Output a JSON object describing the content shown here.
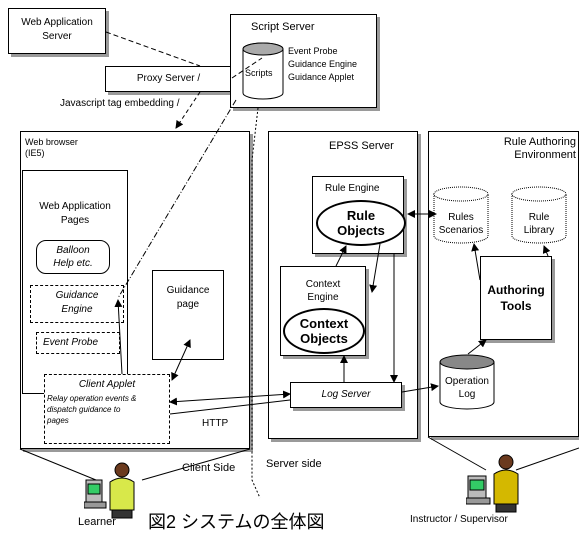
{
  "nodes": {
    "web_app_server": {
      "line1": "Web Application",
      "line2": "Server"
    },
    "proxy_server": "Proxy Server /",
    "script_server": "Script Server",
    "scripts": "Scripts",
    "script_items": [
      "Event Probe",
      "Guidance Engine",
      "Guidance Applet"
    ],
    "js_embedding": "Javascript tag embedding /",
    "web_browser": {
      "line1": "Web browser",
      "line2": "(IE5)"
    },
    "web_app_pages": {
      "line1": "Web Application",
      "line2": "Pages"
    },
    "balloon_help": {
      "line1": "Balloon",
      "line2": "Help etc."
    },
    "guidance_engine": {
      "line1": "Guidance",
      "line2": "Engine"
    },
    "event_probe": "Event Probe",
    "guidance_page": {
      "line1": "Guidance",
      "line2": "page"
    },
    "client_applet": "Client Applet",
    "client_applet_desc": [
      "Relay operation events &",
      "dispatch guidance to",
      "pages"
    ],
    "http": "HTTP",
    "epss_server": "EPSS Server",
    "rule_engine": "Rule Engine",
    "rule_objects": {
      "line1": "Rule",
      "line2": "Objects"
    },
    "context_engine": {
      "line1": "Context",
      "line2": "Engine"
    },
    "context_objects": {
      "line1": "Context",
      "line2": "Objects"
    },
    "log_server": "Log Server",
    "rule_authoring": {
      "line1": "Rule Authoring",
      "line2": "Environment"
    },
    "rules_scenarios": {
      "line1": "Rules",
      "line2": "Scenarios"
    },
    "rule_library": {
      "line1": "Rule",
      "line2": "Library"
    },
    "authoring_tools": {
      "line1": "Authoring",
      "line2": "Tools"
    },
    "operation_log": {
      "line1": "Operation",
      "line2": "Log"
    }
  },
  "labels": {
    "client_side": "Client Side",
    "server_side": "Server side",
    "learner": "Learner",
    "instructor": "Instructor / Supervisor"
  },
  "caption": "図2 システムの全体図"
}
